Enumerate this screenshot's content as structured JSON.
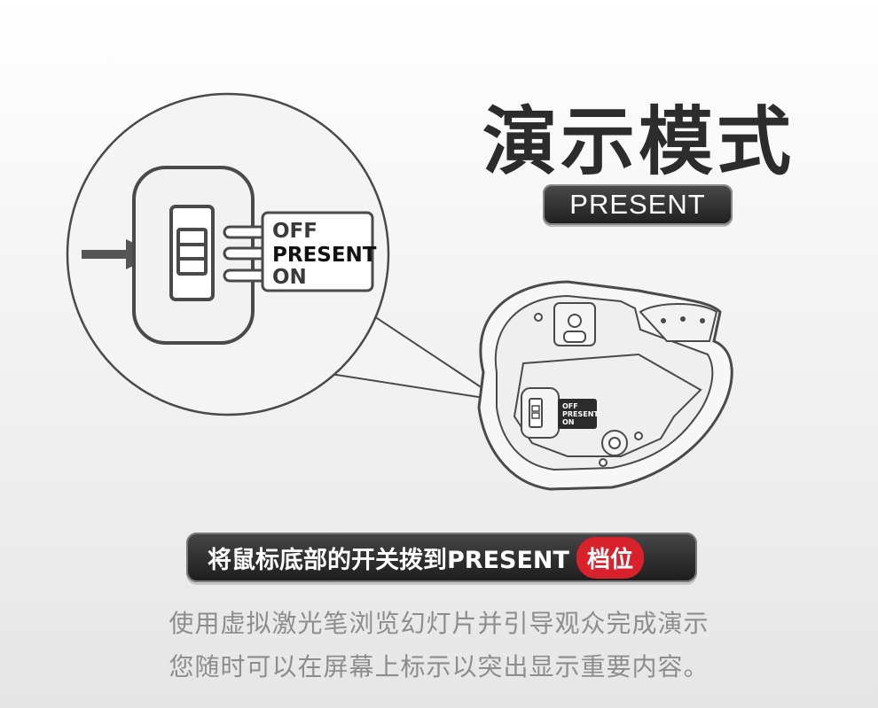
{
  "title": "演示模式",
  "mode_badge": "PRESENT",
  "switch_labels": {
    "off": "OFF",
    "present": "PRESENT",
    "on": "ON"
  },
  "instruction": {
    "text": "将鼠标底部的开关拨到PRESENT",
    "tag": "档位"
  },
  "description": {
    "line1": "使用虚拟激光笔浏览幻灯片并引导观众完成演示",
    "line2": "您随时可以在屏幕上标示以突出显示重要内容。"
  },
  "colors": {
    "badge_bg": "#2a2a2a",
    "tag_red": "#d8212a",
    "title": "#2c2c2c",
    "description": "#8d8d8d"
  }
}
